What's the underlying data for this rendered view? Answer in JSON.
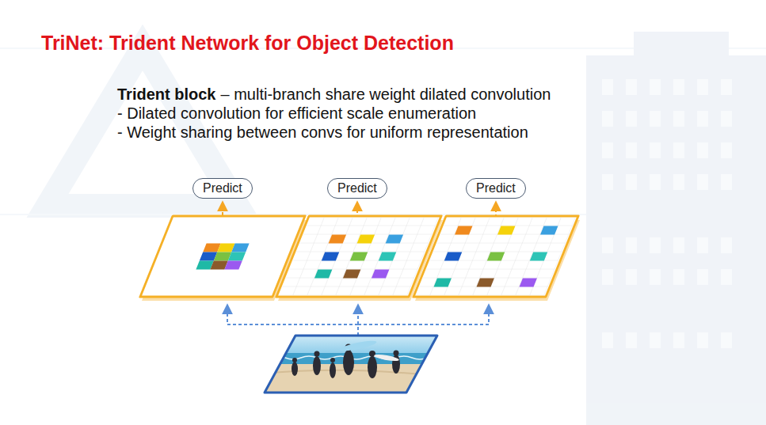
{
  "diagram": {
    "title": "TriNet: Trident Network for Object Detection",
    "nodes": [
      {
        "text": [
          "Predict"
        ]
      },
      {
        "text": [
          "Predict"
        ]
      },
      {
        "text": [
          "Predict"
        ]
      }
    ],
    "labels": [
      "Trident block",
      "– multi-branch share weight dilated convolution",
      "- Dilated convolution for efficient scale enumeration",
      "- Weight sharing between convs for uniform representation"
    ]
  }
}
